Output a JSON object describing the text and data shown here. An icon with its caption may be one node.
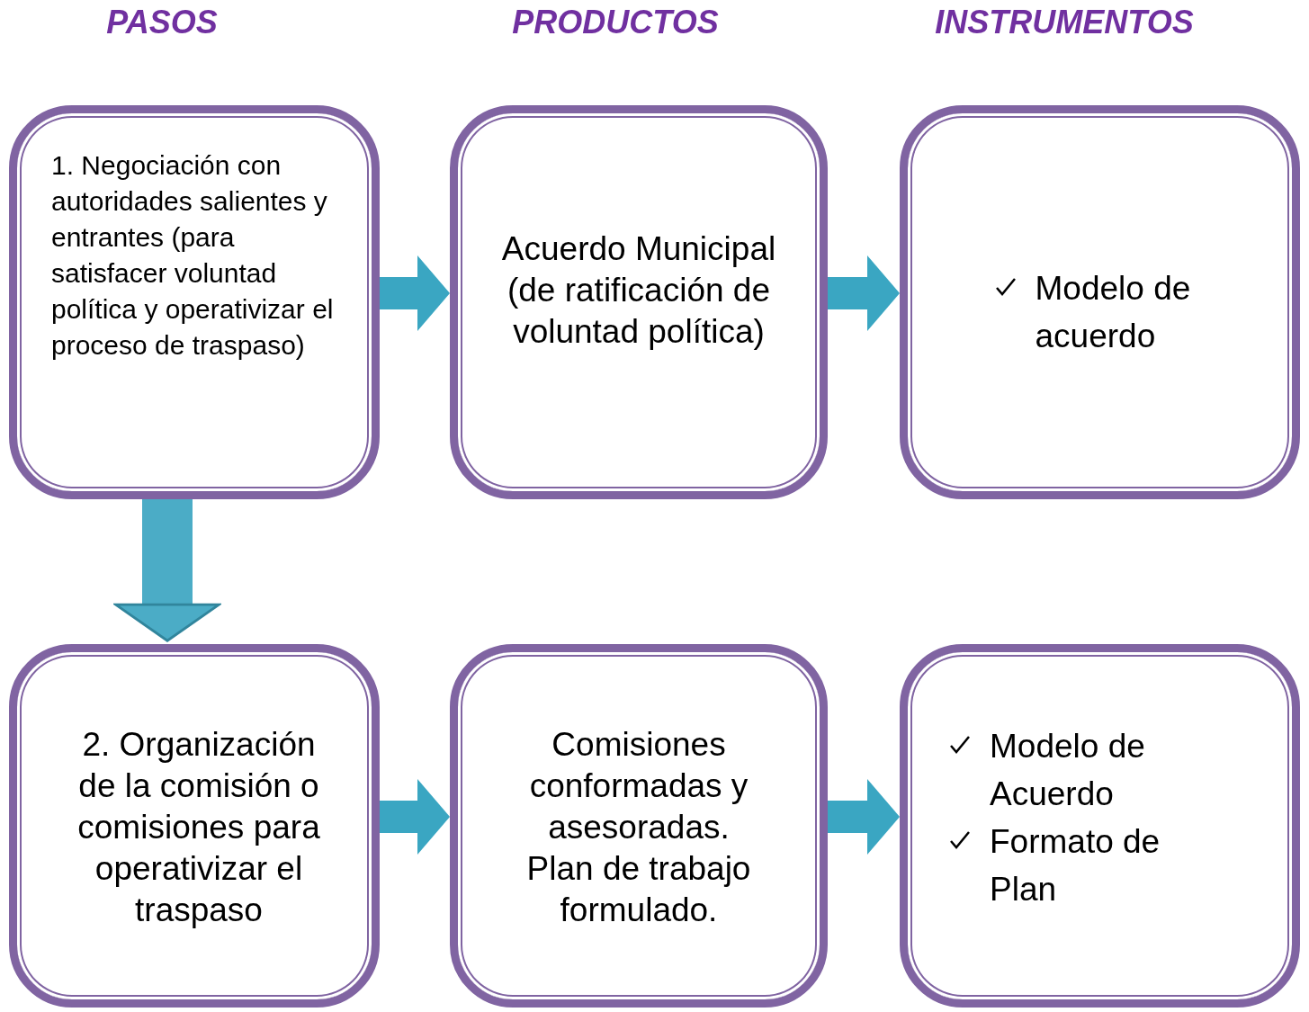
{
  "diagram": {
    "nodes": [
      {
        "text": [
          "1. Negociación con autoridades salientes y entrantes (para satisfacer voluntad política y operativizar el proceso de traspaso)"
        ]
      },
      {
        "text": [
          "Acuerdo Municipal (de ratificación de voluntad política)"
        ]
      },
      {
        "text": [
          "Modelo de acuerdo"
        ]
      },
      {
        "text": [
          "2. Organización de la comisión o comisiones para operativizar el traspaso"
        ]
      },
      {
        "text": [
          "Comisiones conformadas y asesoradas. Plan de trabajo formulado."
        ]
      },
      {
        "text": [
          "Modelo de Acuerdo",
          "Formato de Plan"
        ]
      }
    ],
    "edges": [
      {
        "from": 0,
        "to": 1,
        "arrow": "to"
      },
      {
        "from": 1,
        "to": 2,
        "arrow": "to"
      },
      {
        "from": 0,
        "to": 3,
        "arrow": "to"
      },
      {
        "from": 3,
        "to": 4,
        "arrow": "to"
      },
      {
        "from": 4,
        "to": 5,
        "arrow": "to"
      }
    ],
    "labels": [
      "PASOS",
      "PRODUCTOS",
      "INSTRUMENTOS"
    ]
  }
}
